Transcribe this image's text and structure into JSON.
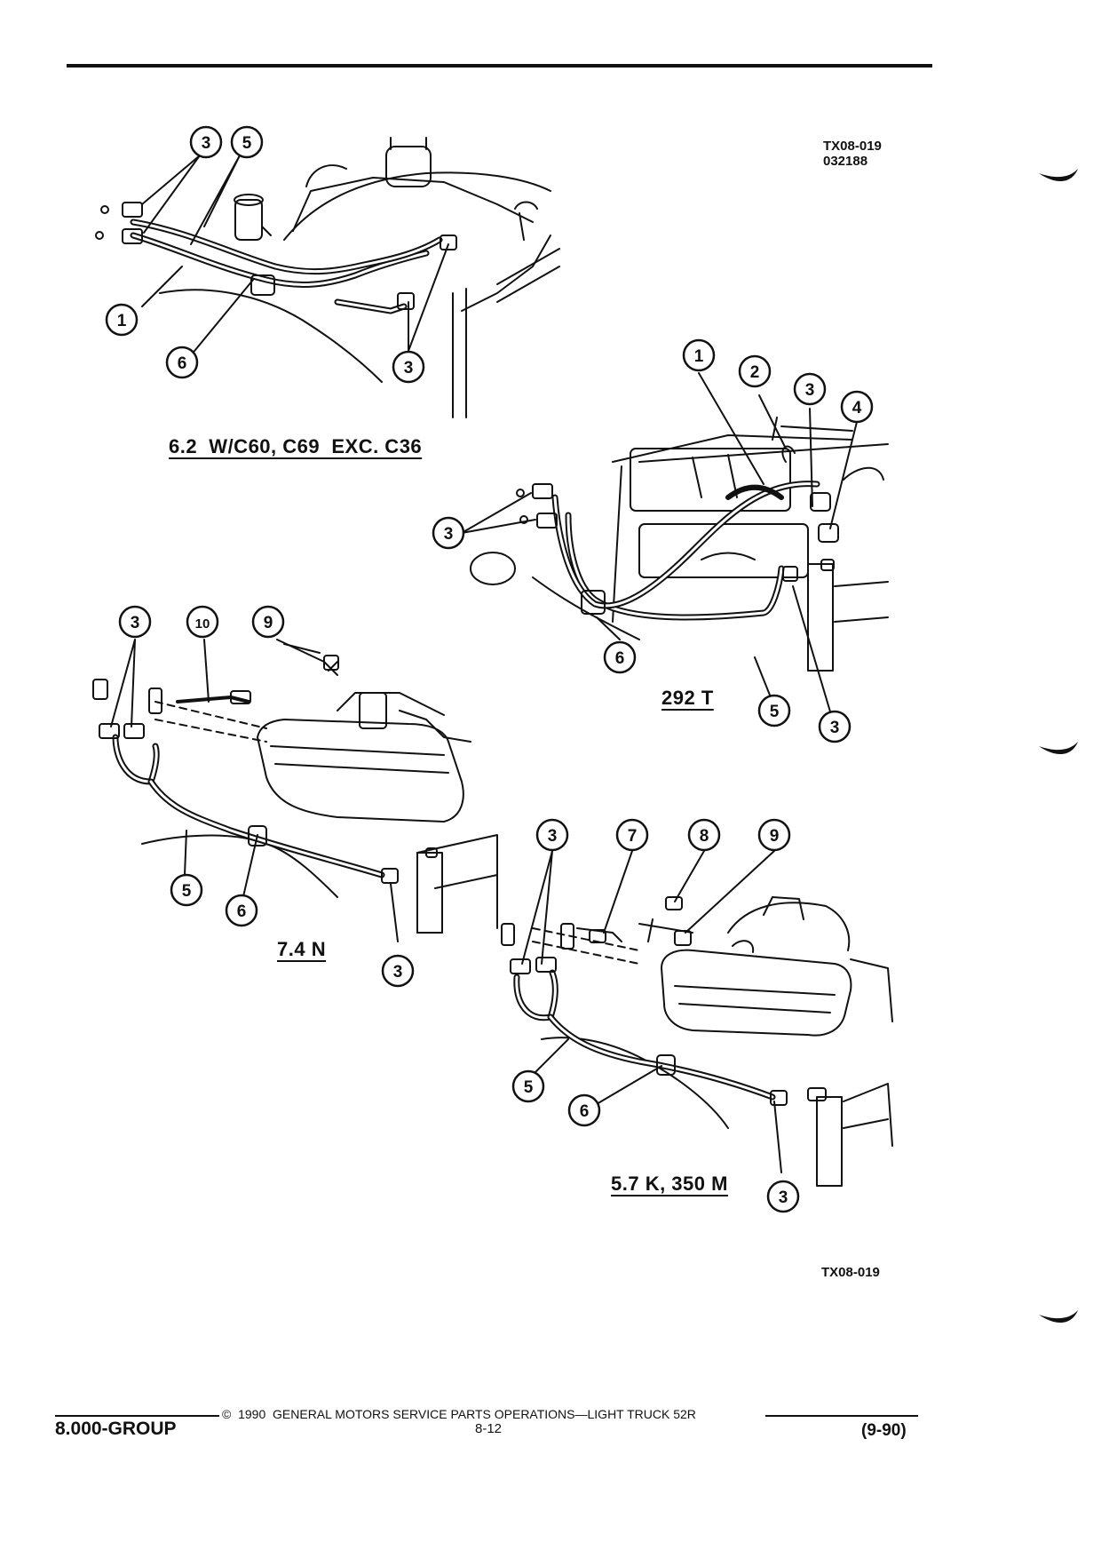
{
  "document": {
    "figure_code_top": "TX08-019",
    "figure_date": "032188",
    "figure_code_bottom": "TX08-019",
    "captions": {
      "engine_62": "6.2  W/C60, C69  EXC. C36",
      "engine_292": "292 T",
      "engine_74": "7.4 N",
      "engine_57": "5.7 K, 350 M"
    },
    "callouts": {
      "engine_62": [
        "3",
        "5",
        "1",
        "6",
        "3"
      ],
      "engine_292": [
        "1",
        "2",
        "3",
        "4",
        "3",
        "6",
        "5",
        "3"
      ],
      "engine_74": [
        "3",
        "10",
        "9",
        "5",
        "6",
        "3"
      ],
      "engine_57": [
        "3",
        "7",
        "8",
        "9",
        "5",
        "6",
        "3"
      ]
    },
    "footer": {
      "group": "8.000-GROUP",
      "copyright": "©  1990  GENERAL MOTORS SERVICE PARTS OPERATIONS—LIGHT TRUCK 52R",
      "page": "8-12",
      "revision": "(9-90)"
    }
  }
}
